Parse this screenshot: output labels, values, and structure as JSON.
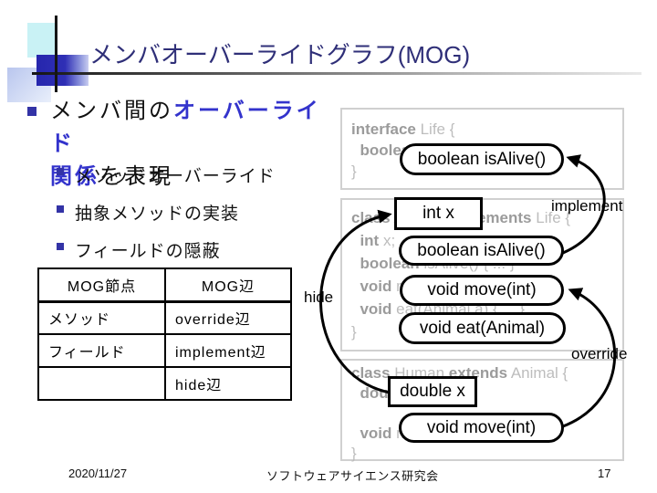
{
  "slide": {
    "title": "メンバオーバーライドグラフ(MOG)",
    "footer": {
      "date": "2020/11/27",
      "venue": "ソフトウェアサイエンス研究会",
      "page": "17"
    }
  },
  "bullets": {
    "main": {
      "black1": "メンバ間の",
      "blue1": "オーバーライド",
      "blue2": "関係",
      "black2": "を表現"
    },
    "sub": [
      "メソッドオーバーライド",
      "抽象メソッドの実装",
      "フィールドの隠蔽"
    ]
  },
  "table": {
    "headers": [
      "MOG節点",
      "MOG辺"
    ],
    "rows": [
      [
        "メソッド",
        "override辺"
      ],
      [
        "フィールド",
        "implement辺"
      ],
      [
        "",
        "hide辺"
      ]
    ]
  },
  "diagram": {
    "code_boxes": [
      {
        "name": "interface Life",
        "lines": [
          [
            {
              "t": "interface",
              "b": true
            },
            {
              "t": " Life {",
              "b": false
            }
          ],
          [
            {
              "t": "  boolean",
              "b": true
            },
            {
              "t": " isAlive();",
              "b": false
            }
          ],
          [
            {
              "t": "}",
              "b": false
            }
          ]
        ]
      },
      {
        "name": "class Animal",
        "lines": [
          [
            {
              "t": "class",
              "b": true
            },
            {
              "t": " Animal ",
              "b": false
            },
            {
              "t": "implements",
              "b": true
            },
            {
              "t": " Life {",
              "b": false
            }
          ],
          [
            {
              "t": "  int",
              "b": true
            },
            {
              "t": " x;",
              "b": false
            }
          ],
          [
            {
              "t": "  boolean",
              "b": true
            },
            {
              "t": " isAlive() { ... }",
              "b": false
            }
          ],
          [
            {
              "t": "  void",
              "b": true
            },
            {
              "t": " move(int x) { ... }",
              "b": false
            }
          ],
          [
            {
              "t": "  void",
              "b": true
            },
            {
              "t": " eat(Animal a) { ... }",
              "b": false
            }
          ],
          [
            {
              "t": "}",
              "b": false
            }
          ]
        ]
      },
      {
        "name": "class Human",
        "lines": [
          [
            {
              "t": "class",
              "b": true
            },
            {
              "t": " Human ",
              "b": false
            },
            {
              "t": "extends",
              "b": true
            },
            {
              "t": " Animal {",
              "b": false
            }
          ],
          [
            {
              "t": "  double",
              "b": true
            },
            {
              "t": " x;",
              "b": false
            }
          ],
          [
            {
              "t": " ",
              "b": false
            }
          ],
          [
            {
              "t": "  void",
              "b": true
            },
            {
              "t": " move(int x) { ... }",
              "b": false
            }
          ],
          [
            {
              "t": "}",
              "b": false
            }
          ]
        ]
      }
    ],
    "nodes": {
      "life_isalive": "boolean isAlive()",
      "int_x": "int x",
      "animal_isalive": "boolean isAlive()",
      "animal_move": "void move(int)",
      "animal_eat": "void eat(Animal)",
      "double_x": "double x",
      "human_move": "void move(int)"
    },
    "edge_labels": {
      "implement": "implement",
      "override": "override",
      "hide": "hide"
    }
  },
  "colors": {
    "title_navy": "#2f2f78",
    "emphasis_blue": "#3333cc",
    "bullet_square_blue": "#3333a6",
    "code_gray": "#bdbdbd",
    "code_keyword_gray": "#9b9b9b",
    "codebox_border_gray": "#d0d0d0",
    "decor_cyan": "#c9f2f5",
    "decor_blue": "#2f2fb5"
  }
}
